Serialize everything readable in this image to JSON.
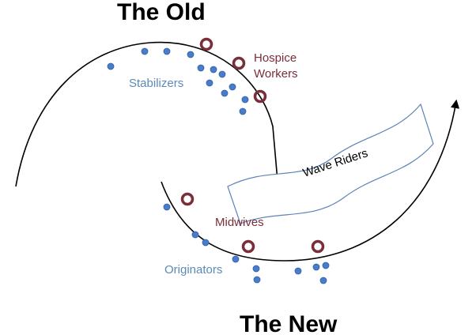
{
  "titles": {
    "old": "The Old",
    "new": "The New"
  },
  "labels": {
    "stabilizers": "Stabilizers",
    "hospice_line1": "Hospice",
    "hospice_line2": "Workers",
    "wave_riders": "Wave Riders",
    "midwives": "Midwives",
    "originators": "Originators"
  },
  "colors": {
    "blue_dot": "#4a7cc9",
    "blue_dot_stroke": "#2f5fa6",
    "blue_text": "#5b8ab5",
    "maroon": "#7a2e3a",
    "curve": "#000000",
    "band_stroke": "#5b83b5"
  }
}
